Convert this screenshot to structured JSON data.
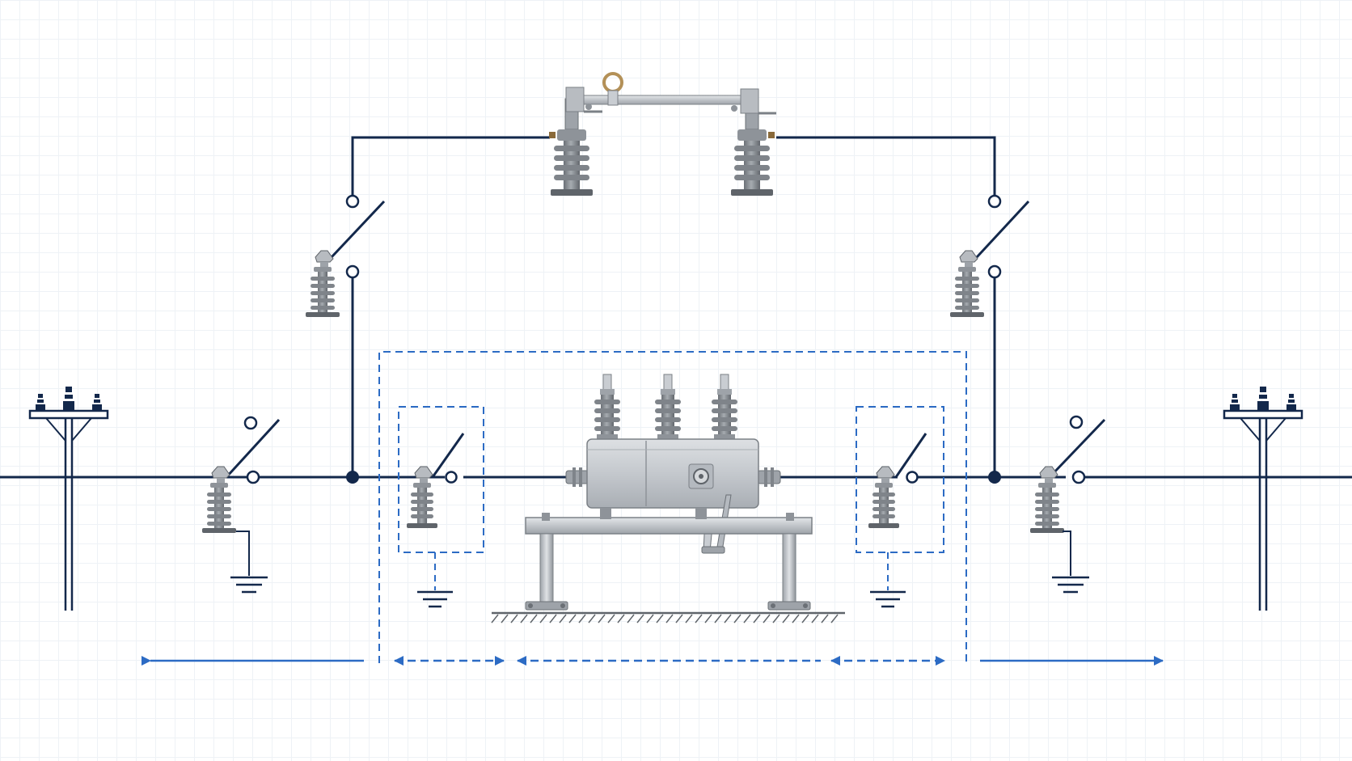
{
  "colors": {
    "line": "#13284b",
    "accent": "#2c6bc4",
    "porcelain": "#8e9399",
    "porcelain_dark": "#5f646a",
    "metal": "#c9cdd2",
    "tank": "#c6cacf",
    "frame": "#b4b9bf",
    "background": "#ffffff"
  },
  "diagram": {
    "type": "recloser-bypass-single-line",
    "components": {
      "utility_poles": 2,
      "bypass_disconnect_switches": 2,
      "bypass_cutout": 1,
      "line_disconnect_switches": 2,
      "recloser_isolating_switches": 2,
      "recloser": 1,
      "ground_symbols": 4,
      "dimension_arrows": 5
    },
    "icons": [
      "utility-pole-icon",
      "disconnect-switch-icon",
      "ground-icon",
      "recloser-icon",
      "insulator-icon"
    ]
  }
}
